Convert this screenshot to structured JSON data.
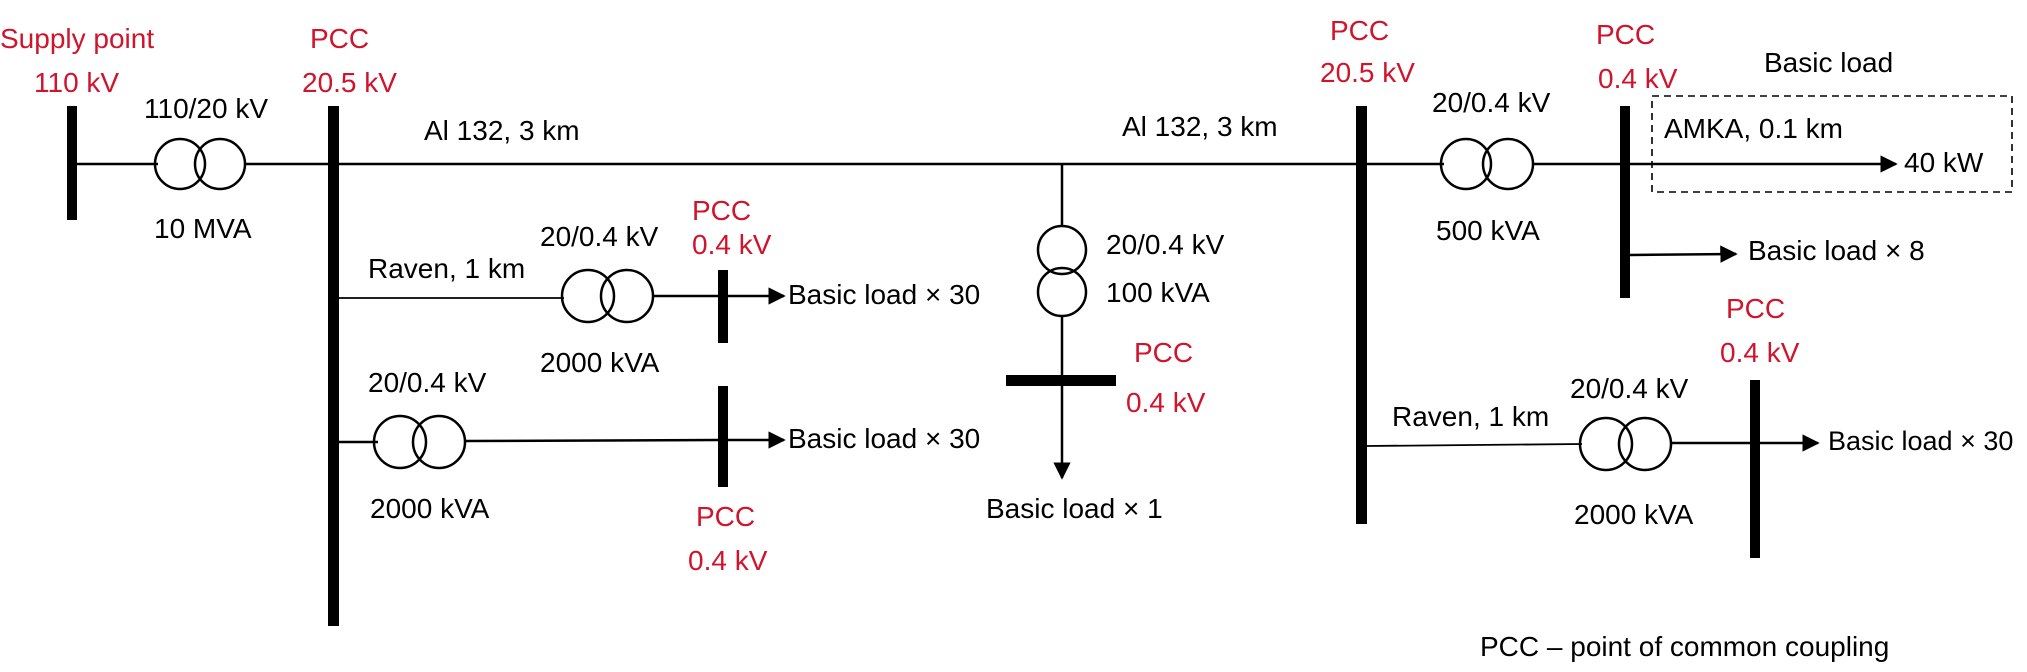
{
  "labels": {
    "supply_point": "Supply point",
    "supply_voltage": "110 kV",
    "tr_main_ratio": "110/20 kV",
    "tr_main_rating": "10 MVA",
    "pcc_a": "PCC",
    "pcc_a_voltage": "20.5 kV",
    "line_left": "Al 132, 3 km",
    "line_right": "Al 132, 3 km",
    "raven_left": "Raven, 1 km",
    "tr_upper_left_ratio": "20/0.4 kV",
    "tr_upper_left_rating": "2000 kVA",
    "pcc_b": "PCC",
    "pcc_b_voltage": "0.4 kV",
    "load_upper_left": "Basic load × 30",
    "tr_lower_left_ratio": "20/0.4 kV",
    "tr_lower_left_rating": "2000 kVA",
    "load_lower_left": "Basic load × 30",
    "pcc_c": "PCC",
    "pcc_c_voltage": "0.4 kV",
    "tr_center_ratio": "20/0.4 kV",
    "tr_center_rating": "100 kVA",
    "pcc_d": "PCC",
    "pcc_d_voltage": "0.4 kV",
    "load_center": "Basic load × 1",
    "pcc_e": "PCC",
    "pcc_e_voltage": "20.5 kV",
    "tr_right_top_ratio": "20/0.4 kV",
    "tr_right_top_rating": "500 kVA",
    "pcc_f": "PCC",
    "pcc_f_voltage": "0.4 kV",
    "basic_load_header": "Basic load",
    "amka_line": "AMKA, 0.1 km",
    "load_40kw": "40 kW",
    "load_right_top": "Basic load × 8",
    "raven_right": "Raven, 1 km",
    "tr_right_bottom_ratio": "20/0.4 kV",
    "tr_right_bottom_rating": "2000 kVA",
    "pcc_g": "PCC",
    "pcc_g_voltage": "0.4 kV",
    "load_right_bottom": "Basic load × 30",
    "footnote": "PCC – point of common coupling"
  },
  "colors": {
    "pcc_red": "#d0142c",
    "line_black": "#000000"
  }
}
